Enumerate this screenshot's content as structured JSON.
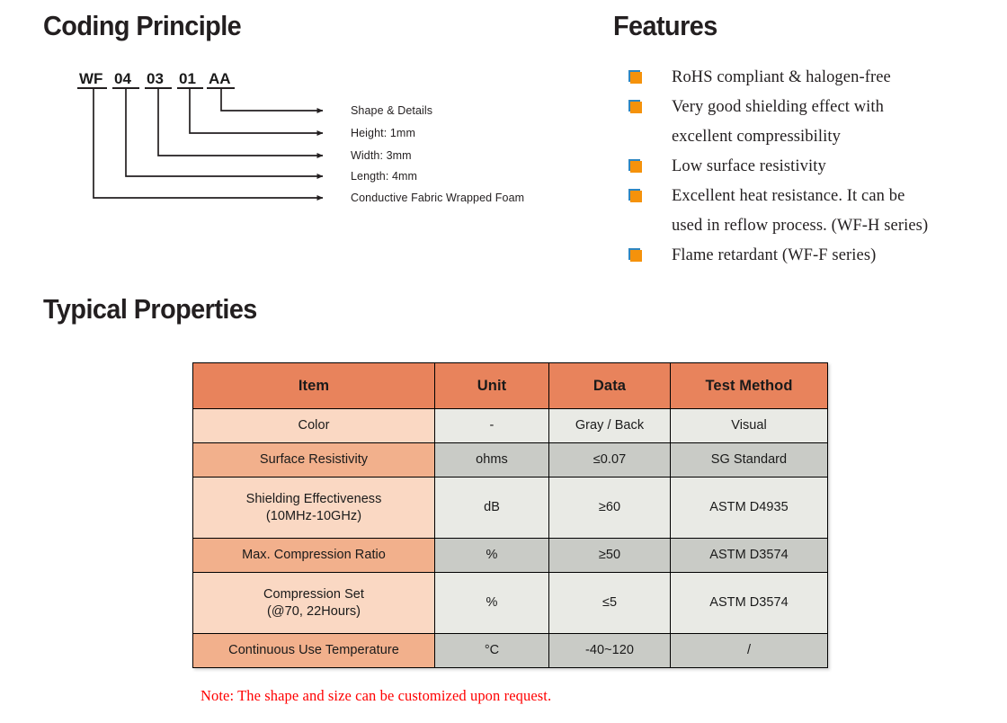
{
  "sections": {
    "coding_title": "Coding Principle",
    "features_title": "Features",
    "typical_title": "Typical Properties"
  },
  "coding": {
    "segments": [
      {
        "text": "WF"
      },
      {
        "text": "04"
      },
      {
        "text": "03"
      },
      {
        "text": "01"
      },
      {
        "text": "AA"
      }
    ],
    "labels": [
      "Shape & Details",
      "Height: 1mm",
      "Width: 3mm",
      "Length: 4mm",
      "Conductive Fabric Wrapped Foam"
    ]
  },
  "features": {
    "bullet_color": "#f5920b",
    "bullet_shadow_color": "#2e86c1",
    "items": [
      "RoHS compliant & halogen-free",
      "Very good shielding effect with\nexcellent compressibility",
      "Low surface resistivity",
      "Excellent heat resistance. It can be\nused in reflow process. (WF-H series)",
      "Flame retardant (WF-F series)"
    ]
  },
  "table": {
    "header_color": "#e8835c",
    "row_item_light": "#fad8c3",
    "row_item_dark": "#f2b08c",
    "row_val_light": "#e9eae5",
    "row_val_dark": "#c9cbc6",
    "columns": [
      "Item",
      "Unit",
      "Data",
      "Test Method"
    ],
    "rows": [
      {
        "item": "Color",
        "unit": "-",
        "data": "Gray / Back",
        "method": "Visual",
        "shade": "light",
        "tall": false
      },
      {
        "item": "Surface Resistivity",
        "unit": "ohms",
        "data": "≤0.07",
        "method": "SG Standard",
        "shade": "dark",
        "tall": false
      },
      {
        "item": "Shielding Effectiveness\n(10MHz-10GHz)",
        "unit": "dB",
        "data": "≥60",
        "method": "ASTM D4935",
        "shade": "light",
        "tall": true
      },
      {
        "item": "Max. Compression Ratio",
        "unit": "%",
        "data": "≥50",
        "method": "ASTM D3574",
        "shade": "dark",
        "tall": false
      },
      {
        "item": "Compression Set\n(@70, 22Hours)",
        "unit": "%",
        "data": "≤5",
        "method": "ASTM D3574",
        "shade": "light",
        "tall": true
      },
      {
        "item": "Continuous Use Temperature",
        "unit": "°C",
        "data": "-40~120",
        "method": "/",
        "shade": "dark",
        "tall": false
      }
    ],
    "note": "Note: The shape and size can be customized upon request.",
    "note_color": "#ff0000"
  }
}
